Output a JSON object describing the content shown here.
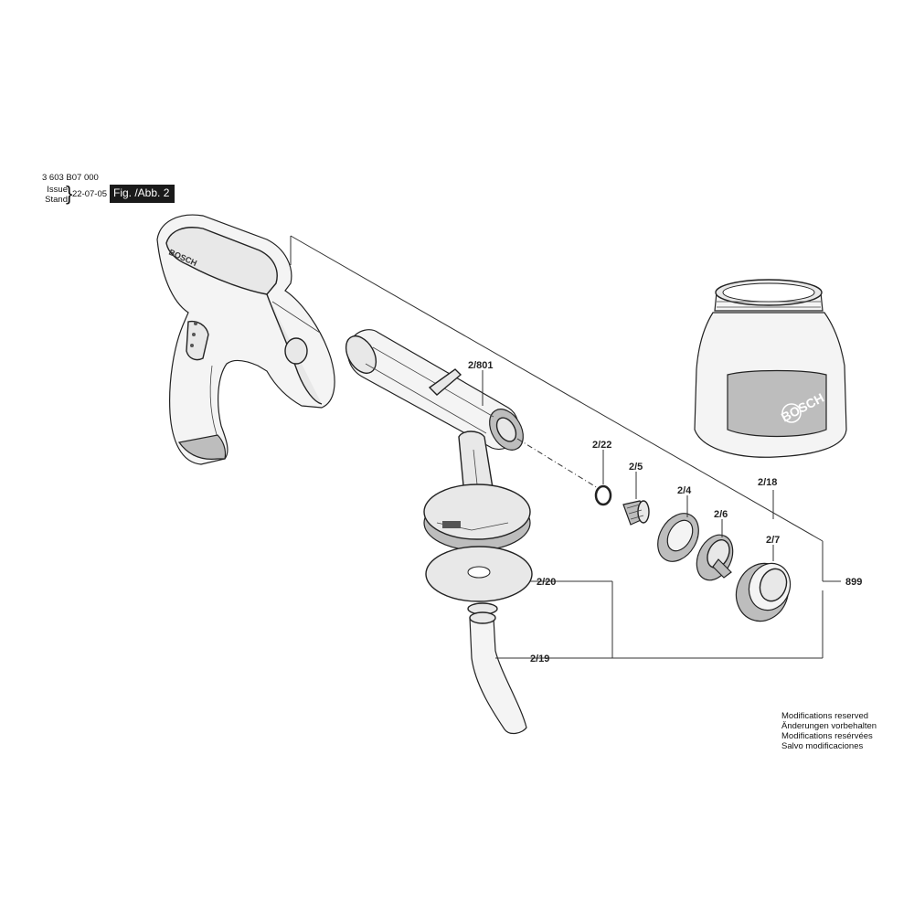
{
  "header": {
    "doc_number": "3 603 B07 000",
    "issue_label_1": "Issue",
    "issue_label_2": "Stand",
    "issue_date": "22-07-05",
    "figure_label": "Fig. /Abb. 2"
  },
  "brand": "BOSCH",
  "parts": {
    "p2_801": "2/801",
    "p2_22": "2/22",
    "p2_5": "2/5",
    "p2_4": "2/4",
    "p2_6": "2/6",
    "p2_7": "2/7",
    "p2_18": "2/18",
    "p899": "899",
    "p2_20": "2/20",
    "p2_19": "2/19"
  },
  "notice": [
    "Modifications reserved",
    "Änderungen vorbehalten",
    "Modifications resérvées",
    "Salvo modificaciones"
  ]
}
